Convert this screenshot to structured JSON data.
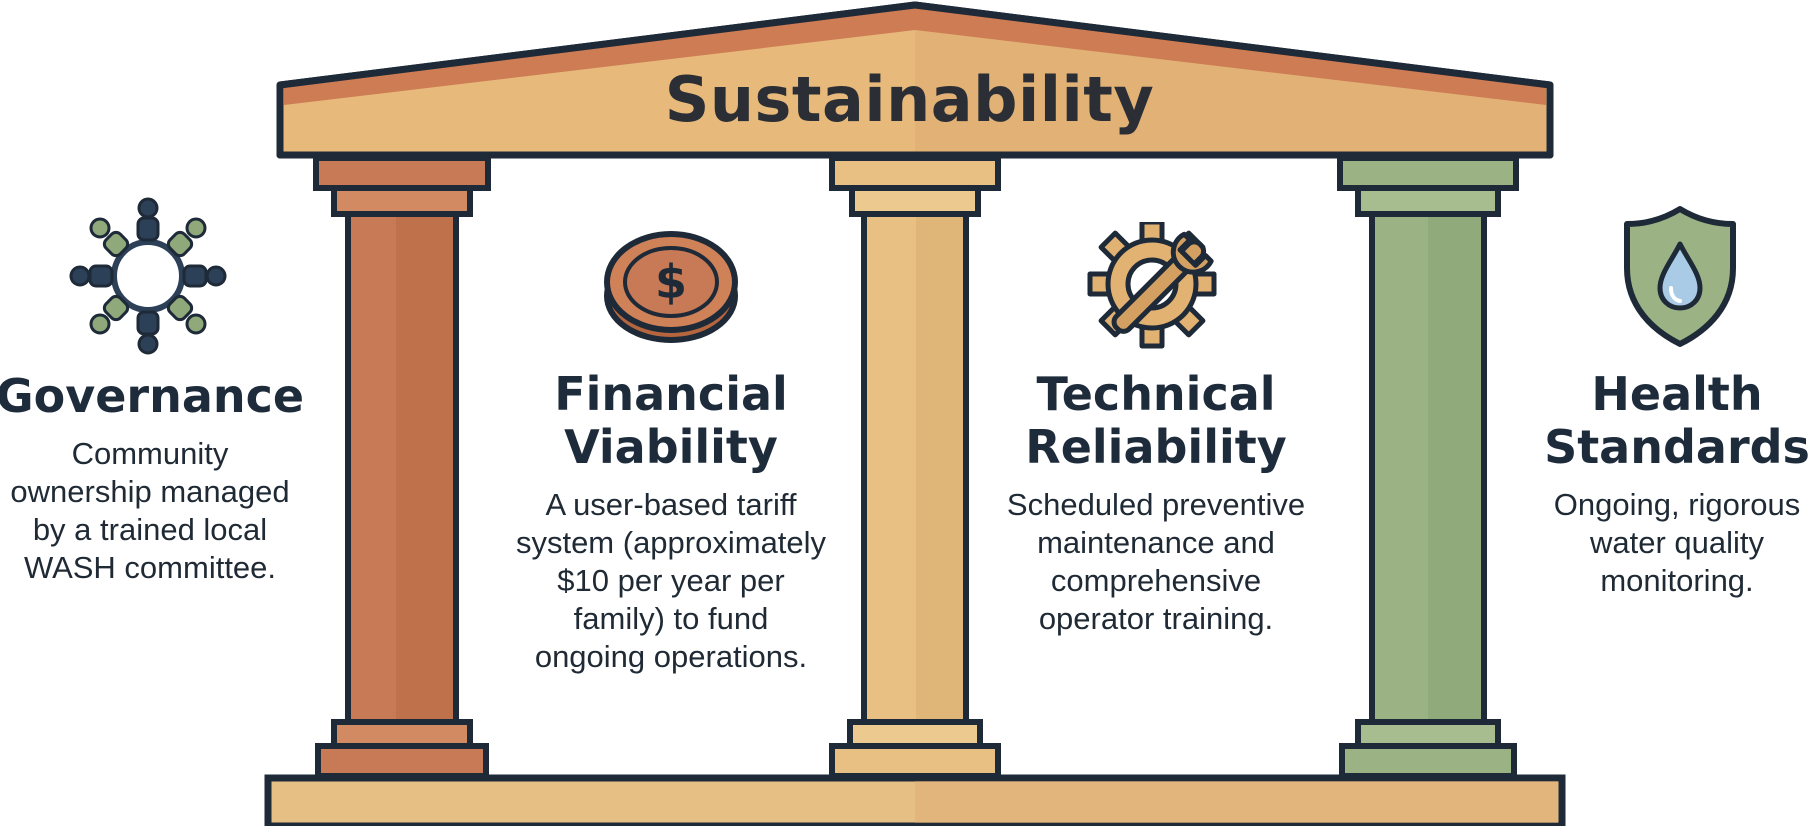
{
  "title": "Sustainability",
  "pillars": [
    {
      "heading_lines": [
        "Governance"
      ],
      "desc_lines": [
        "Community",
        "ownership managed",
        "by a trained local",
        "WASH committee."
      ],
      "icon": "community-circle-icon"
    },
    {
      "heading_lines": [
        "Financial",
        "Viability"
      ],
      "desc_lines": [
        "A user-based tariff",
        "system (approximately",
        "$10 per year per",
        "family) to fund",
        "ongoing operations."
      ],
      "icon": "coin-icon"
    },
    {
      "heading_lines": [
        "Technical",
        "Reliability"
      ],
      "desc_lines": [
        "Scheduled preventive",
        "maintenance and",
        "comprehensive",
        "operator training."
      ],
      "icon": "wrench-gear-icon"
    },
    {
      "heading_lines": [
        "Health",
        "Standards"
      ],
      "desc_lines": [
        "Ongoing, rigorous",
        "water quality",
        "monitoring."
      ],
      "icon": "water-shield-icon"
    }
  ],
  "colors": {
    "roof": "#e7b97b",
    "roof_stripe": "#c8714d",
    "outline": "#1e2a38",
    "column_brown": "#c77a55",
    "column_tan": "#e8c084",
    "column_green": "#9bb384",
    "base": "#e6bf85",
    "text": "#1d2b3b"
  }
}
